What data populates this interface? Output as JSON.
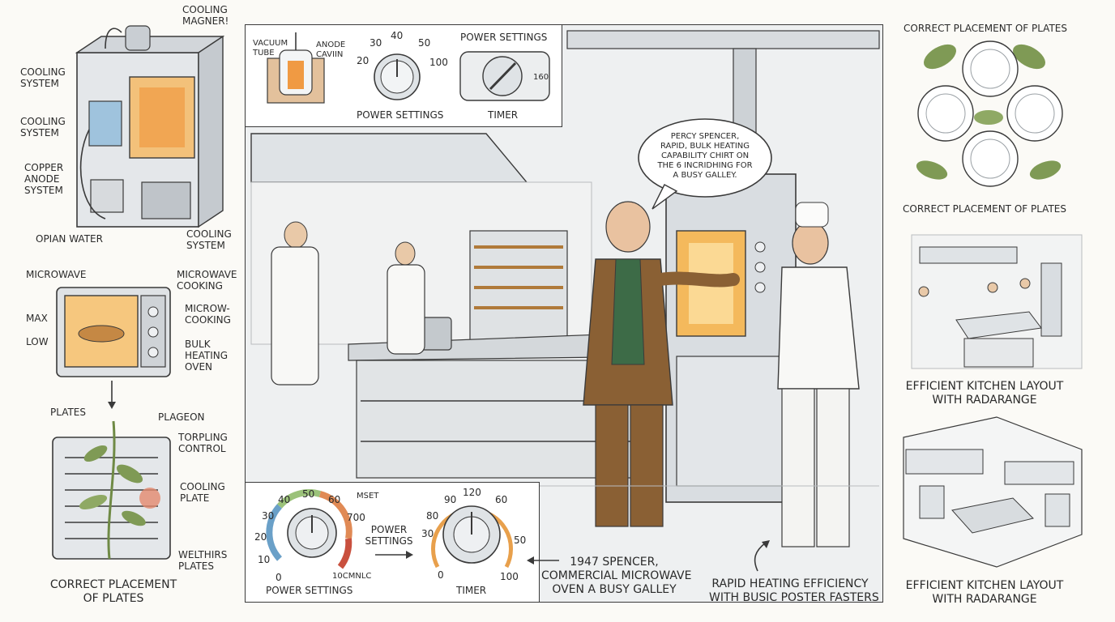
{
  "left": {
    "cooling_unit": {
      "cooling_magnet": "COOLING\nMAGNER!",
      "cooling_system_1": "COOLING\nSYSTEM",
      "cooling_system_2": "COOLING\nSYSTEM",
      "copper_anode": "COPPER\nANODE\nSYSTEM",
      "open_water": "OPIAN WATER",
      "cooling_system_3": "COOLING\nSYSTEM"
    },
    "microwave": {
      "microwave": "MICROWAVE",
      "max": "MAX",
      "low": "LOW",
      "microwave_cooking": "MICROWAVE\nCOOKING",
      "microw_cooking": "MICROW-\nCOOKING",
      "bulk_heating": "BULK\nHEATING\nOVEN"
    },
    "rack": {
      "plates": "PLATES",
      "plageon": "PLAGEON",
      "torpling": "TORPLING\nCONTROL",
      "cooling_plate": "COOLING\nPLATE",
      "welthirs": "WELTHIRS\nPLATES",
      "caption": "CORRECT PLACEMENT\nOF PLATES"
    }
  },
  "center": {
    "top_inset": {
      "vacuum_tube": "VACUUM\nTUBE",
      "anode_cavity": "ANODE\nCAVIIN",
      "dial_ticks": [
        "20",
        "30",
        "40",
        "50",
        "100"
      ],
      "power_settings_top": "POWER SETTINGS",
      "power_settings_caption": "POWER SETTINGS",
      "timer_value": "160",
      "timer_caption": "TIMER"
    },
    "speech_bubble": "PERCY SPENCER,\nRAPID, BULK HEATING\nCAPABILITY CHIRT ON\nTHE 6 INCRIDHING FOR\nA BUSY GALLEY.",
    "bottom_inset": {
      "power_ticks": [
        "0",
        "10",
        "20",
        "30",
        "40",
        "50",
        "60",
        "700"
      ],
      "power_side_note": "MSET",
      "power_sub_note": "10cmnlc",
      "power_caption": "POWER SETTINGS",
      "middle_label": "POWER\nSETTINGS",
      "timer_ticks": [
        "0",
        "30",
        "80",
        "90",
        "120",
        "60",
        "50",
        "100"
      ],
      "timer_caption": "TIMER"
    },
    "caption_1947": "1947 SPENCER,\nCOMMERCIAL MICROWAVE\nOVEN A BUSY GALLEY",
    "caption_rapid": "RAPID HEATING EFFICIENCY\nWITH BUSIC POSTER FASTERS"
  },
  "right": {
    "plates_title_top": "CORRECT PLACEMENT OF PLATES",
    "plates_title_bottom": "CORRECT PLACEMENT OF PLATES",
    "kitchen_caption_1": "EFFICIENT KITCHEN LAYOUT\nWITH RADARANGE",
    "kitchen_caption_2": "EFFICIENT KITCHEN LAYOUT\nWITH RADARANGE"
  },
  "colors": {
    "ink": "#3a3a3a",
    "steel": "#c9ced3",
    "glow": "#f2a640",
    "leaf": "#7f9a55",
    "jacket": "#8a6034",
    "vest": "#3d6b47"
  }
}
